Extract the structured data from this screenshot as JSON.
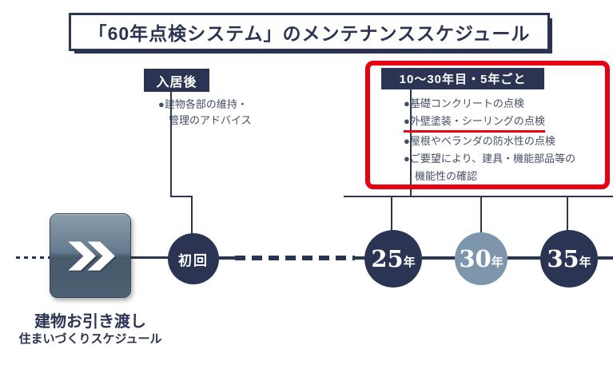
{
  "title": "「60年点検システム」のメンテナンススケジュール",
  "colors": {
    "navy": "#2b3553",
    "steel_blue": "#7e96ac",
    "red": "#e60012",
    "body_text": "#454e63"
  },
  "move_in": {
    "label": "入居後",
    "notes": "●建物各部の維持・\n管理のアドバイス"
  },
  "inspection_box": {
    "label": "10〜30年目・5年ごと",
    "items": [
      {
        "text": "●基礎コンクリートの点検",
        "underlined": false
      },
      {
        "text": "●外壁塗装・シーリングの点検",
        "underlined": true
      },
      {
        "text": "●屋根やベランダの防水性の点検",
        "underlined": false
      },
      {
        "text": "●ご要望により、建具・機能部品等の\n機能性の確認",
        "underlined": false
      }
    ]
  },
  "timeline": {
    "start_icon": "double-chevron-right-icon",
    "nodes": [
      {
        "label": "初回",
        "style": "navy"
      },
      {
        "number": "25",
        "suffix": "年",
        "style": "navy"
      },
      {
        "number": "30",
        "suffix": "年",
        "style": "steel"
      },
      {
        "number": "35",
        "suffix": "年",
        "style": "navy"
      }
    ],
    "start_caption": "建物お引き渡し",
    "start_subcaption": "住まいづくりスケジュール"
  }
}
